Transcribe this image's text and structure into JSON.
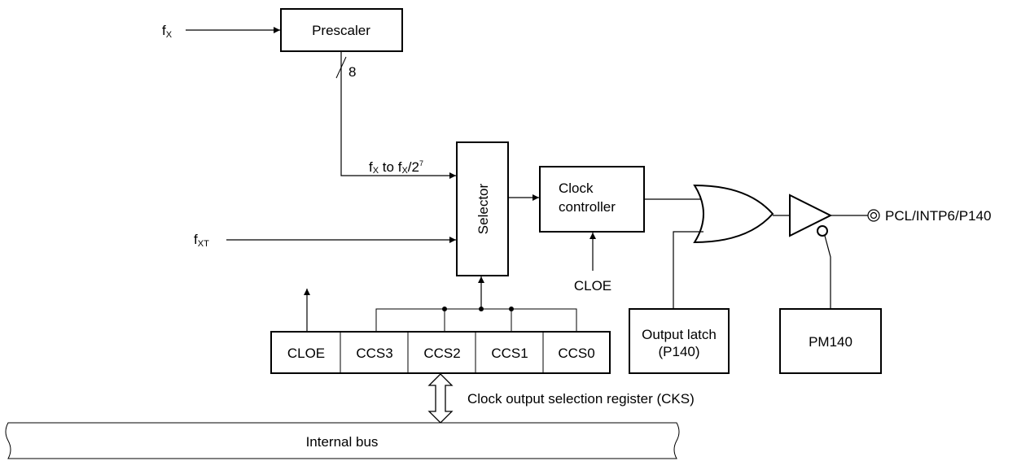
{
  "inputs": {
    "fx_main": "f",
    "fx_sub": "X",
    "fxt_main": "f",
    "fxt_sub": "XT"
  },
  "prescaler": {
    "label": "Prescaler",
    "bus_width": "8"
  },
  "selector": {
    "label": "Selector",
    "input_f1": "f",
    "input_s1": "X",
    "input_mid": " to f",
    "input_s2": "X",
    "input_div": "/2",
    "input_exp": "7"
  },
  "clock_controller": {
    "line1": "Clock",
    "line2": "controller",
    "enable_label": "CLOE"
  },
  "output_latch": {
    "line1": "Output latch",
    "line2": "(P140)"
  },
  "pm_box": {
    "label": "PM140"
  },
  "output_pin": {
    "label": "PCL/INTP6/P140"
  },
  "register": {
    "caption": "Clock output selection register (CKS)",
    "bits": [
      "CLOE",
      "CCS3",
      "CCS2",
      "CCS1",
      "CCS0"
    ]
  },
  "bus": {
    "label": "Internal bus"
  },
  "colors": {
    "stroke": "#000000",
    "background": "#ffffff"
  }
}
